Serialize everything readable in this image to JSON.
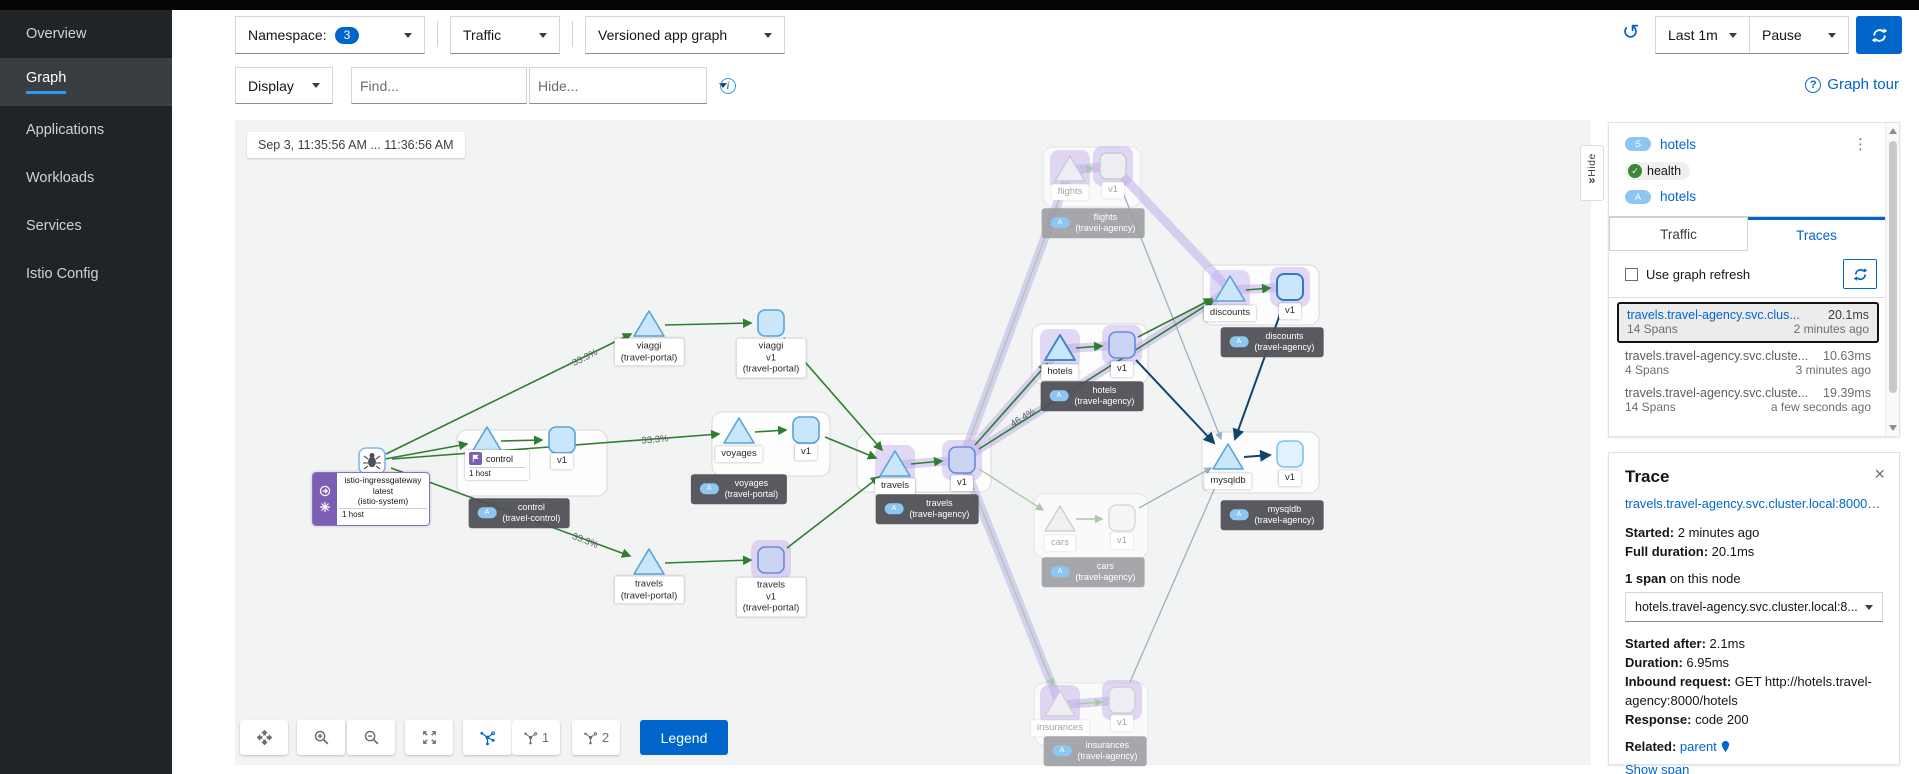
{
  "sidebar": {
    "items": [
      {
        "label": "Overview"
      },
      {
        "label": "Graph"
      },
      {
        "label": "Applications"
      },
      {
        "label": "Workloads"
      },
      {
        "label": "Services"
      },
      {
        "label": "Istio Config"
      }
    ]
  },
  "toolbar": {
    "namespace_label": "Namespace:",
    "namespace_count": "3",
    "traffic_label": "Traffic",
    "graph_type": "Versioned app graph",
    "display_label": "Display",
    "find_placeholder": "Find...",
    "hide_placeholder": "Hide...",
    "time_range": "Last 1m",
    "pause_label": "Pause",
    "graph_tour_label": "Graph tour"
  },
  "graph": {
    "timestamp": "Sep 3, 11:35:56 AM ... 11:36:56 AM",
    "hide_tab": "Hide",
    "gateway": {
      "title": "istio-ingressgateway",
      "version": "latest",
      "namespace": "(istio-system)",
      "hosts": "1 host"
    },
    "control_workload": {
      "name": "control",
      "hosts": "1 host"
    },
    "edge_labels": [
      {
        "text": "33.3%"
      },
      {
        "text": "33.3%"
      },
      {
        "text": "33.3%"
      },
      {
        "text": "46.4%"
      }
    ],
    "labels": [
      {
        "l1": "viaggi",
        "l2": "(travel-portal)"
      },
      {
        "l1": "viaggi",
        "l2": "v1",
        "l3": "(travel-portal)"
      },
      {
        "l1": "voyages"
      },
      {
        "l1": "v1"
      },
      {
        "l1": "travels"
      },
      {
        "l1": "v1"
      },
      {
        "l1": "travels",
        "l2": "(travel-portal)"
      },
      {
        "l1": "travels",
        "l2": "v1",
        "l3": "(travel-portal)"
      },
      {
        "l1": "flights"
      },
      {
        "l1": "v1"
      },
      {
        "l1": "discounts"
      },
      {
        "l1": "v1"
      },
      {
        "l1": "hotels"
      },
      {
        "l1": "v1"
      },
      {
        "l1": "mysqldb"
      },
      {
        "l1": "v1"
      },
      {
        "l1": "cars"
      },
      {
        "l1": "v1"
      },
      {
        "l1": "insurances"
      },
      {
        "l1": "v1"
      },
      {
        "l1": "v1"
      }
    ],
    "chips": [
      {
        "badge": "A",
        "l1": "control",
        "l2": "(travel-control)"
      },
      {
        "badge": "A",
        "l1": "voyages",
        "l2": "(travel-portal)"
      },
      {
        "badge": "A",
        "l1": "travels",
        "l2": "(travel-agency)"
      },
      {
        "badge": "A",
        "l1": "flights",
        "l2": "(travel-agency)"
      },
      {
        "badge": "A",
        "l1": "discounts",
        "l2": "(travel-agency)"
      },
      {
        "badge": "A",
        "l1": "hotels",
        "l2": "(travel-agency)"
      },
      {
        "badge": "A",
        "l1": "mysqldb",
        "l2": "(travel-agency)"
      },
      {
        "badge": "A",
        "l1": "cars",
        "l2": "(travel-agency)"
      },
      {
        "badge": "A",
        "l1": "insurances",
        "l2": "(travel-agency)"
      }
    ]
  },
  "footer": {
    "legend": "Legend",
    "layout1": "1",
    "layout2": "2"
  },
  "panel": {
    "service_badge": "S",
    "service_name": "hotels",
    "health": "health",
    "app_badge": "A",
    "app_name": "hotels",
    "tab_traffic": "Traffic",
    "tab_traces": "Traces",
    "use_graph_refresh": "Use graph refresh",
    "traces": [
      {
        "name": "travels.travel-agency.svc.clus...",
        "duration": "20.1ms",
        "spans": "14 Spans",
        "age": "2 minutes ago"
      },
      {
        "name": "travels.travel-agency.svc.cluste...",
        "duration": "10.63ms",
        "spans": "4 Spans",
        "age": "3 minutes ago"
      },
      {
        "name": "travels.travel-agency.svc.cluste...",
        "duration": "19.39ms",
        "spans": "14 Spans",
        "age": "a few seconds ago"
      }
    ],
    "trace": {
      "title": "Trace",
      "url": "travels.travel-agency.svc.cluster.local:8000/*...",
      "started_label": "Started:",
      "started_value": "2 minutes ago",
      "full_duration_label": "Full duration:",
      "full_duration_value": "20.1ms",
      "spans_bold": "1 span",
      "spans_rest": "on this node",
      "node_select": "hotels.travel-agency.svc.cluster.local:8...",
      "started_after_label": "Started after:",
      "started_after_value": "2.1ms",
      "duration_label": "Duration:",
      "duration_value": "6.95ms",
      "inbound_label": "Inbound request:",
      "inbound_value": "GET http://hotels.travel-agency:8000/hotels",
      "response_label": "Response:",
      "response_value": "code 200",
      "related_label": "Related:",
      "related_value": "parent",
      "show_span": "Show span"
    }
  },
  "colors": {
    "accent": "#0066cc",
    "healthy_green": "#3e8635",
    "edge_green": "#2f7e2f",
    "edge_tcp": "#0f466e",
    "trace_overlay": "#bcaaec",
    "sidebar_active_underline": "#2b9af3"
  }
}
